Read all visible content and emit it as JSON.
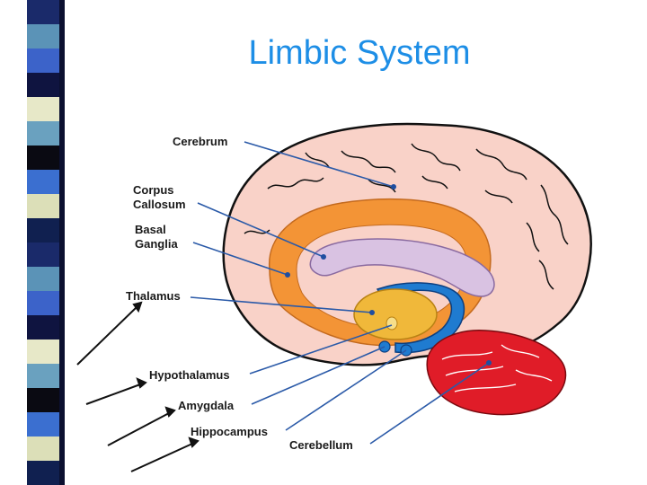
{
  "slide": {
    "title": "Limbic System"
  },
  "labels": {
    "cerebrum": "Cerebrum",
    "corpus_line1": "Corpus",
    "corpus_line2": "Callosum",
    "basal_line1": "Basal",
    "basal_line2": "Ganglia",
    "thalamus": "Thalamus",
    "hypothalamus": "Hypothalamus",
    "amygdala": "Amygdala",
    "hippocampus": "Hippocampus",
    "cerebellum": "Cerebellum"
  },
  "colors": {
    "title": "#1d8ee6",
    "leader_line": "#2b5aa8",
    "brain_fill": "#f9d2c8",
    "brain_outline": "#111111",
    "basal_ganglia": "#f39436",
    "corpus_callosum": "#d9c2e2",
    "thalamus": "#f0b83a",
    "hippocampus": "#1f7bd0",
    "cerebellum": "#e01c28"
  },
  "stripe_colors": [
    "#1a2a6a",
    "#5b93b7",
    "#3c63c9",
    "#0f1440",
    "#e7e8c8",
    "#6aa1bf",
    "#0a0a12",
    "#3b6fd0",
    "#dcdfb8",
    "#102050"
  ]
}
